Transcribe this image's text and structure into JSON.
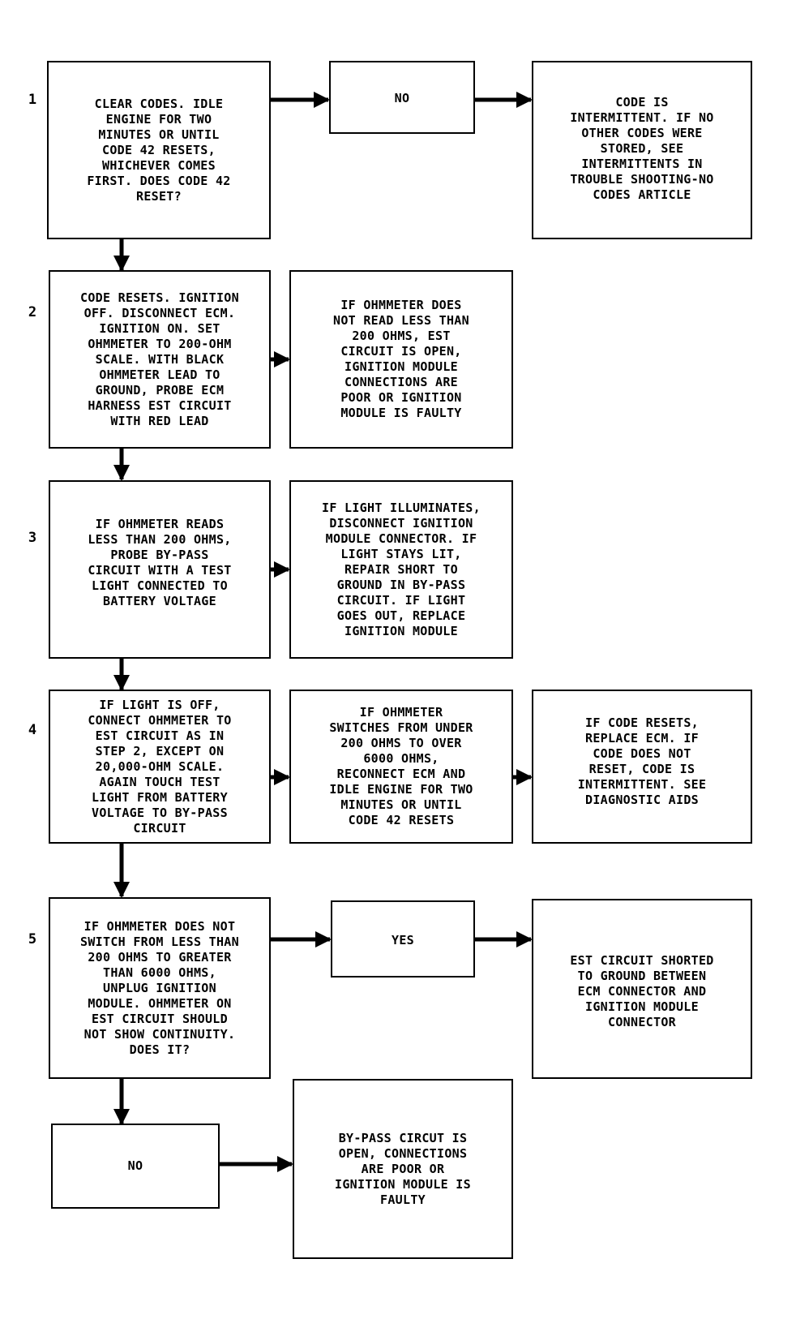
{
  "steps": [
    {
      "number": "1",
      "question": "CLEAR CODES. IDLE\nENGINE FOR TWO\nMINUTES OR UNTIL\nCODE 42 RESETS,\nWHICHEVER COMES\nFIRST. DOES CODE 42\nRESET?",
      "answer": "NO",
      "result": "CODE IS\nINTERMITTENT. IF NO\nOTHER CODES WERE\nSTORED, SEE\nINTERMITTENTS IN\nTROUBLE SHOOTING-NO\nCODES ARTICLE"
    },
    {
      "number": "2",
      "question": "CODE RESETS. IGNITION\nOFF. DISCONNECT ECM.\nIGNITION ON. SET\nOHMMETER TO 200-OHM\nSCALE. WITH BLACK\nOHMMETER LEAD TO\nGROUND, PROBE ECM\nHARNESS EST CIRCUIT\nWITH RED LEAD",
      "result": "IF OHMMETER DOES\nNOT READ LESS THAN\n200 OHMS, EST\nCIRCUIT IS OPEN,\nIGNITION MODULE\nCONNECTIONS ARE\nPOOR OR IGNITION\nMODULE IS FAULTY"
    },
    {
      "number": "3",
      "question": "IF OHMMETER READS\nLESS THAN 200 OHMS,\nPROBE BY-PASS\nCIRCUIT WITH A TEST\nLIGHT CONNECTED TO\nBATTERY VOLTAGE",
      "result": "IF LIGHT ILLUMINATES,\nDISCONNECT IGNITION\nMODULE CONNECTOR. IF\nLIGHT STAYS LIT,\nREPAIR SHORT TO\nGROUND IN BY-PASS\nCIRCUIT. IF LIGHT\nGOES OUT, REPLACE\nIGNITION MODULE"
    },
    {
      "number": "4",
      "question": "IF LIGHT IS OFF,\nCONNECT OHMMETER TO\nEST CIRCUIT AS IN\nSTEP 2, EXCEPT ON\n20,000-OHM SCALE.\nAGAIN TOUCH TEST\nLIGHT FROM BATTERY\nVOLTAGE TO BY-PASS\nCIRCUIT",
      "result": "IF OHMMETER\nSWITCHES FROM UNDER\n200 OHMS TO OVER\n6000 OHMS,\nRECONNECT ECM AND\nIDLE ENGINE FOR TWO\nMINUTES OR UNTIL\nCODE 42 RESETS",
      "result2": "IF CODE RESETS,\nREPLACE ECM. IF\nCODE DOES NOT\nRESET, CODE IS\nINTERMITTENT. SEE\nDIAGNOSTIC AIDS"
    },
    {
      "number": "5",
      "question": "IF OHMMETER DOES NOT\nSWITCH FROM LESS THAN\n200 OHMS TO GREATER\nTHAN 6000 OHMS,\nUNPLUG IGNITION\nMODULE. OHMMETER ON\nEST CIRCUIT SHOULD\nNOT SHOW CONTINUITY.\nDOES IT?",
      "answer": "YES",
      "result": "EST CIRCUIT SHORTED\nTO GROUND BETWEEN\nECM CONNECTOR AND\nIGNITION MODULE\nCONNECTOR"
    }
  ],
  "final": {
    "answer": "NO",
    "result": "BY-PASS CIRCUT IS\nOPEN, CONNECTIONS\nARE POOR OR\nIGNITION MODULE IS\nFAULTY"
  },
  "colors": {
    "line": "#000000",
    "background": "#ffffff"
  }
}
